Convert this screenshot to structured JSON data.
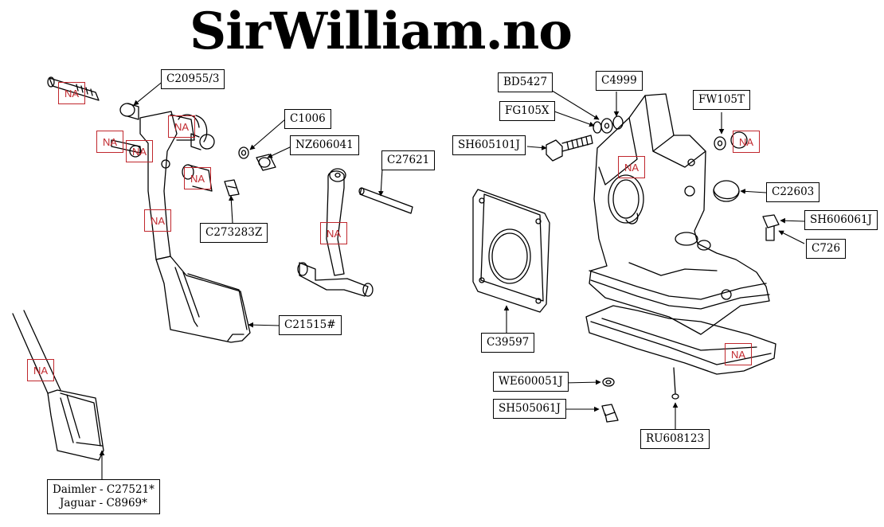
{
  "brand": {
    "title": "SirWilliam.no"
  },
  "na_label": "NA",
  "callouts": {
    "c20955": "C20955/3",
    "c1006": "C1006",
    "nz606041": "NZ606041",
    "c27621": "C27621",
    "c273283z": "C273283Z",
    "c21515": "C21515#",
    "daimler": "Daimler - C27521*",
    "jaguar": "Jaguar - C8969*",
    "bd5427": "BD5427",
    "c4999": "C4999",
    "fg105x": "FG105X",
    "fw105t": "FW105T",
    "sh605101j": "SH605101J",
    "c22603": "C22603",
    "sh606061j": "SH606061J",
    "c726": "C726",
    "c39597": "C39597",
    "we600051j": "WE600051J",
    "sh505061j": "SH505061J",
    "ru608123": "RU608123"
  }
}
